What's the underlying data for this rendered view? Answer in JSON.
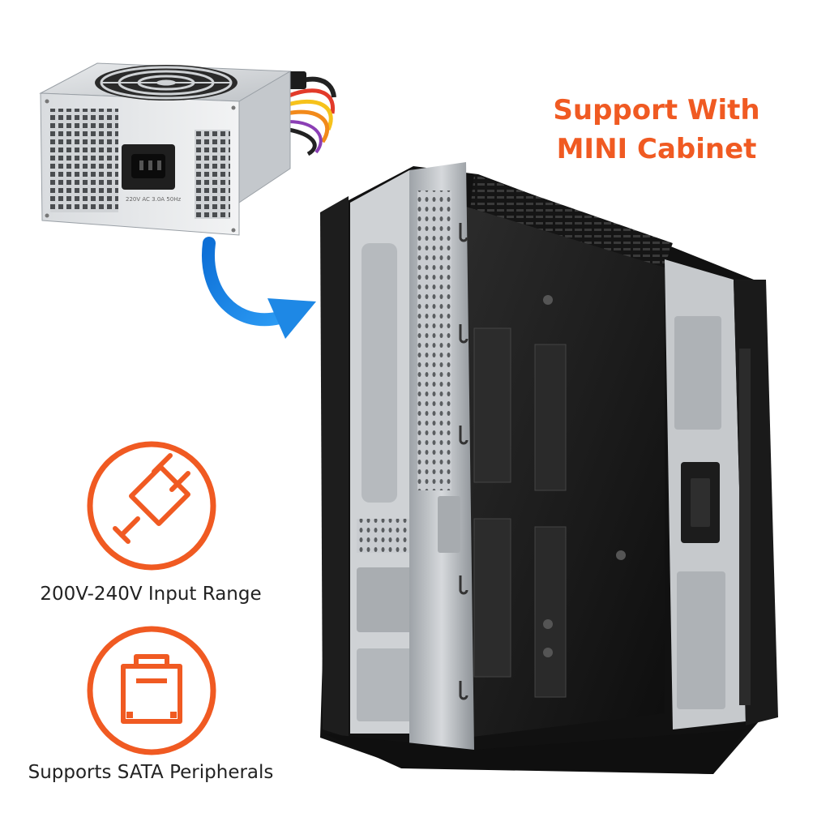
{
  "headline": {
    "line1": "Support With",
    "line2": "MINI Cabinet"
  },
  "features": [
    {
      "label": "200V-240V Input Range",
      "icon": "power-plug-icon"
    },
    {
      "label": "Supports SATA Peripherals",
      "icon": "sata-connector-icon"
    }
  ],
  "psu": {
    "rating_text": "220V AC 3.0A 50Hz"
  },
  "colors": {
    "accent": "#f05a22",
    "arrow": "#1e88e5",
    "text": "#222222"
  }
}
